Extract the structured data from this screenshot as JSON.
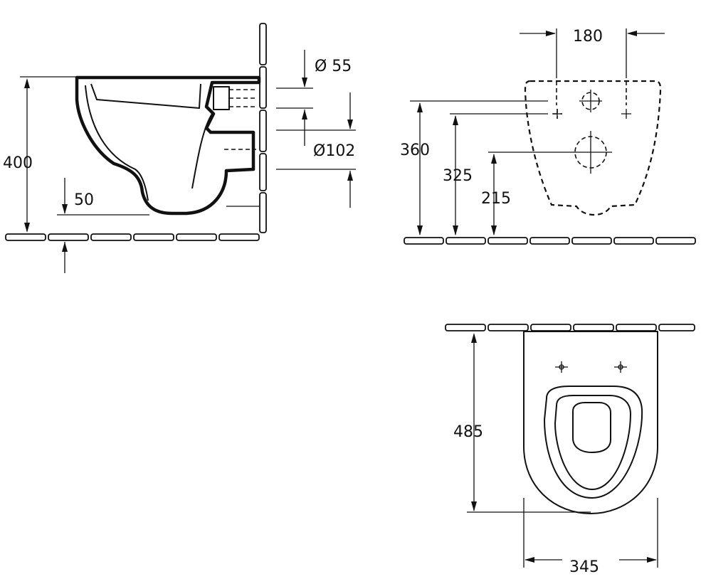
{
  "side_view": {
    "dim_height": "400",
    "dim_seat_clearance": "50",
    "dim_inlet_diameter": "Ø 55",
    "dim_outlet_diameter": "Ø102"
  },
  "rear_view": {
    "dim_bolt_spacing": "180",
    "dim_top_fixing": "360",
    "dim_side_fixing": "325",
    "dim_outlet_center": "215"
  },
  "top_view": {
    "dim_depth": "485",
    "dim_width": "345"
  }
}
